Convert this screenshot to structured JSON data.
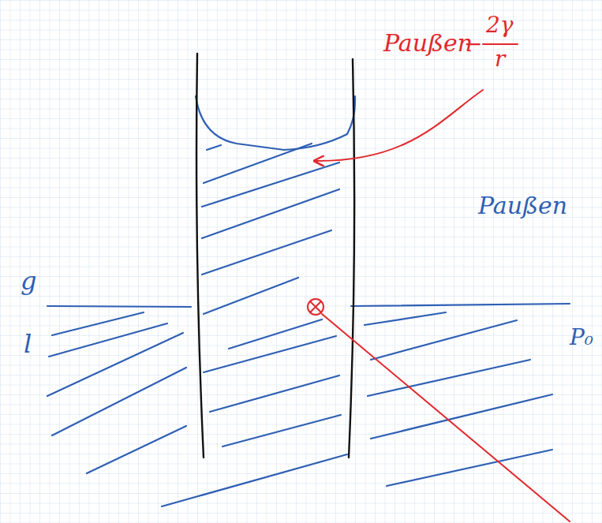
{
  "diagram": {
    "labels": [
      "Paußen",
      "−",
      "2γ",
      "r",
      "Paußen",
      "g",
      "l",
      "P₀"
    ]
  }
}
